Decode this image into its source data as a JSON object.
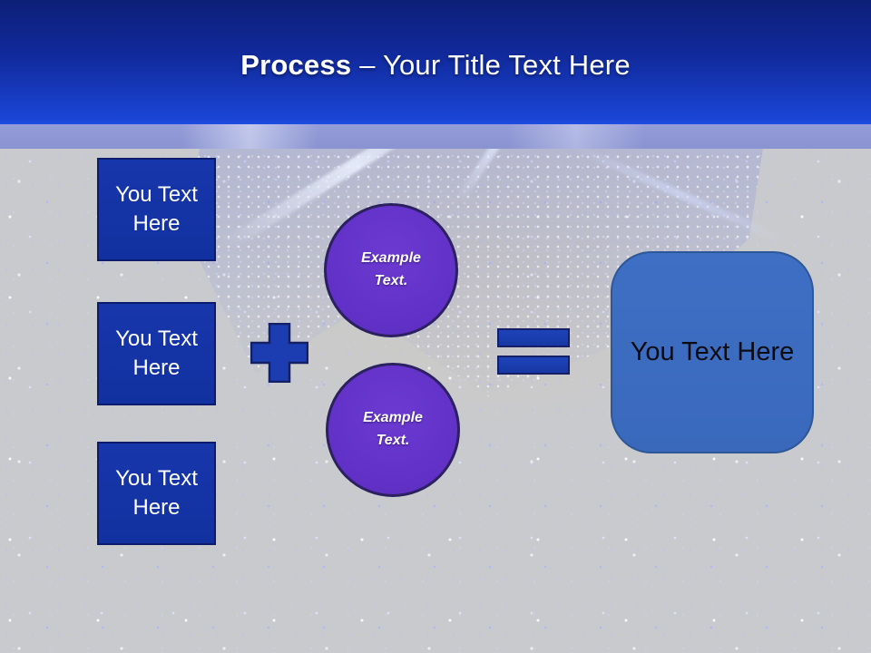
{
  "header": {
    "title_bold": "Process",
    "title_rest": "– Your Title Text Here"
  },
  "process": {
    "input_boxes": [
      {
        "label": "You Text Here"
      },
      {
        "label": "You Text Here"
      },
      {
        "label": "You Text Here"
      }
    ],
    "operators": [
      {
        "icon": "plus-icon"
      },
      {
        "icon": "equals-icon"
      }
    ],
    "example_circles": [
      {
        "label": "Example Text."
      },
      {
        "label": "Example Text."
      }
    ],
    "result_box": {
      "label": "You Text Here"
    }
  },
  "colors": {
    "header_top": "#0d1f78",
    "header_bottom": "#1a45d6",
    "header_band": "#8e97d3",
    "background": "#c9cacd",
    "input_box_fill": "#1434a6",
    "input_box_border": "#0c1b6b",
    "operator_fill": "#1b3db1",
    "operator_border": "#141f66",
    "circle_fill": "#6331c9",
    "circle_border": "#2b2060",
    "result_fill": "#3c6cc0",
    "result_border": "#2d5796",
    "title_text": "#ffffff",
    "input_text": "#ffffff",
    "circle_text": "#ffffff",
    "result_text": "#0c0c10"
  }
}
